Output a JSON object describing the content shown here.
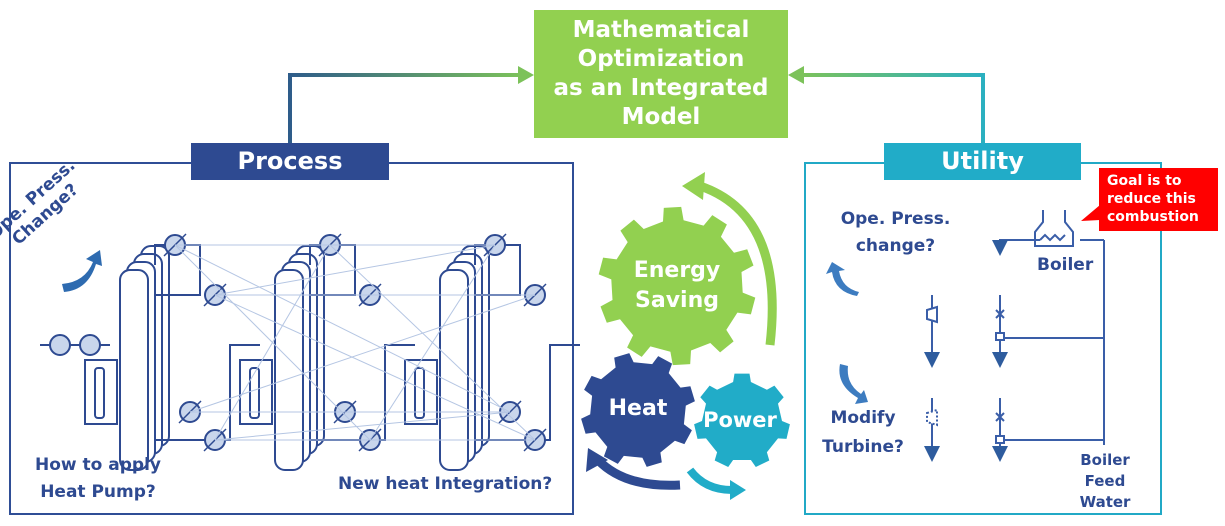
{
  "top_box": {
    "lines": [
      "Mathematical",
      "Optimization",
      "as an Integrated",
      "Model"
    ]
  },
  "process": {
    "header": "Process",
    "annotation_pressure": [
      "Ope. Press.",
      "Change?"
    ],
    "annotation_heat_pump": [
      "How to apply",
      "Heat Pump?"
    ],
    "annotation_integration": "New heat Integration?"
  },
  "utility": {
    "header": "Utility",
    "callout": [
      "Goal is to",
      "reduce this",
      "combustion"
    ],
    "annotation_pressure": [
      "Ope. Press.",
      "change?"
    ],
    "boiler": "Boiler",
    "annotation_turbine": [
      "Modify",
      "Turbine?"
    ],
    "feed_water": [
      "Boiler",
      "Feed",
      "Water"
    ]
  },
  "gears": {
    "energy_saving": [
      "Energy",
      "Saving"
    ],
    "heat": "Heat",
    "power": "Power"
  },
  "colors": {
    "green": "#92D050",
    "navy": "#2E4A91",
    "teal": "#21ACC8",
    "red": "#FF0000",
    "pipe": "#3A5EA8"
  }
}
